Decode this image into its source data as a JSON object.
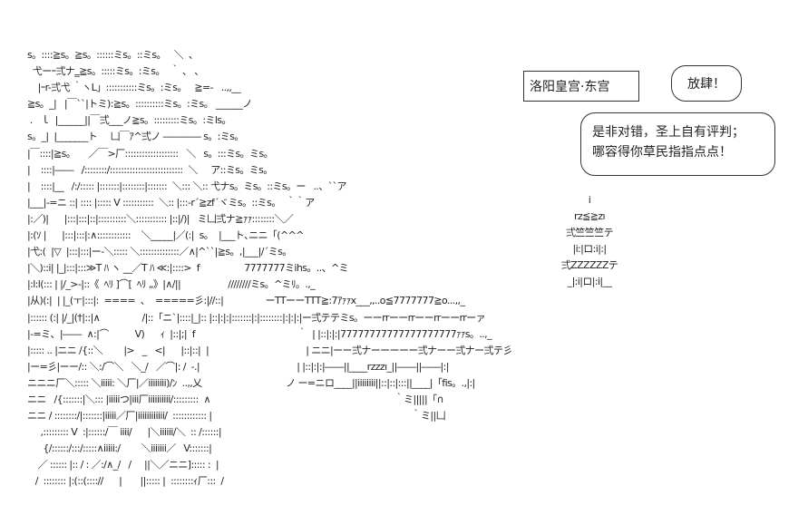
{
  "title": "洛阳皇宫·东宫",
  "bubble_1": "放肆！",
  "bubble_2": {
    "line_1": "是非对错，圣上自有评判；",
    "line_2": "哪容得你草民指指点点！"
  },
  "tower_lines": [
    "i",
    "rz≦≧zı",
    "弍竺竺竺テ",
    "|i:|ロ:i|:|",
    "弍ZZZZZZテ",
    "_|:i|ロ|:i|__"
  ],
  "art_lines": [
    "s。::::≧s。≧s。::::::ミs。::ミs。   ＼  、",
    "  弋ーｰ弍ナ‗≧s。:::::ミs。:ミs。  ｀ 、 、",
    "    |ｰr-弍弋 ｀ヽL」:::::::::::ミs。:ミs。   ≧=-   ..,,__",
    "≧s。_|   |￣``|トミ):≧s。::::::::::ミs。:ミs。 ______ノ",
    " .   ｌ  |______||￣弍___ノ≧s。:::::::::ミs。:ミls。",
    "s。_|  |_______ト     凵￣ｱ^弍ノ ―――― s。:ミs。",
    "|￣::::|≧s。     ／￣>厂:::::::::::::::::::   ＼   s。:::ミs。ミs。",
    "|    ::::|――   /::::::::/::::::::::::::::::::::::::  ＼     ア::ミs。ミs。",
    "|    ::::|__   /:/::::: |:::::::|::::::::|:::::::  ＼::: ＼:: 弋ナs。ミs。::ミs。ー   ..、``ア",
    "|___|-=ニ ::| :::: |::::: V :::::::::::  ＼:: |:::-r´≧zf´ヾミs。::ミs。  ｀｀ア",
    "|:／)|      |:::|:::|::|::::::::::＼::::::::::: |::|/)|   ミ凵弍ナ≧ｧｧ::::::::＼／",
    "|:(ｿ |      |:::|:::|:∧::::::::::::    ＼_____|／(:|  s。  |___ト､ニニ「(^^^",
    "|弋:(  |▽  |:::|:::|ー-＼::::: ＼::::::::::::::／∧|^``|≧s。,|___|/´ミs。",
    "|＼)::i| |_|:::|:::≫T ﾊ ヽ __／T ﾊ ≪:|::::>  f                 7777777ミihs。..、^ミ",
    "|:l:l(::: | |/_>-|::《  ﾍﾘ ]⌒[  ﾍﾘ „》|∧/||                  ////////ミs。^ミﾘ。.,_",
    "|从)(:|  | |_(ㅜ|:::|:  ====  、  =====彡:|//::|                ーTTーーTTT≧:7ｱｧｧx___,,..o≦7777777≧o...,,_",
    "|:::::: (:| |/_|(†|::|∧                /|::「ニ`|::::|_|:: |::|:|:|:::::::|:|::::::::|:|:|:|ー弍テテミs。ーーrrーーrrーーrrーーrrーァ",
    "|-=ミ、|――  ∧:|⌒          V)      ｨ  |::|;|  f                                       ｀  | |::|:|:|77777777777777777777ｧｧs。..,_",
    "|::::: .. |ニニ /{::＼        |>   _   <|      |::|::|  |                                     | ニニ|ーー弍ナーーーーー弍ナーー弍ナー弍テ彡",
    "|ー=彡|ーー/:: ＼:/⌒＼   ＼_/   ／⌒|: /  -.|                                     | |::|:|:|――||____rzzzı_||――||――|:|",
    "ニニニ厂＼::::: ＼iiiii: ＼厂|／iiiiiiii)/ﾝ  ..,,乂                                ノ ー=ニロ____||iiiiiiii||::|::|:::||____|「fis。.,|:|",
    "ニニ   /{:::::::|＼::: |iiiiiつ|iii厂iiiiiiiiii/:::::::::  ∧                                                                      ｀ミ|||||「∩",
    "ニニ / ::::::::/|:::::::|iiiii／厂|iiiiiiiiiiii/  :::::::::::: |                                                                            ｀ミ||凵",
    "     ,::::::::: V  :|::::::/￣ iiii/      |＼iiiiii/＼  :: /::::::|",
    "      {/::::::/:::/:::::∧iiiii:/        ＼iiiiiii／   V:::::::|",
    "    ／ :::::: |:: / : ／:/∧_/   /     ||＼／ニニ]::::: :  |",
    "   /  :::::::: |:(::(:::://      |       ||::::: |  ::::::::ｨ厂:::  /"
  ]
}
